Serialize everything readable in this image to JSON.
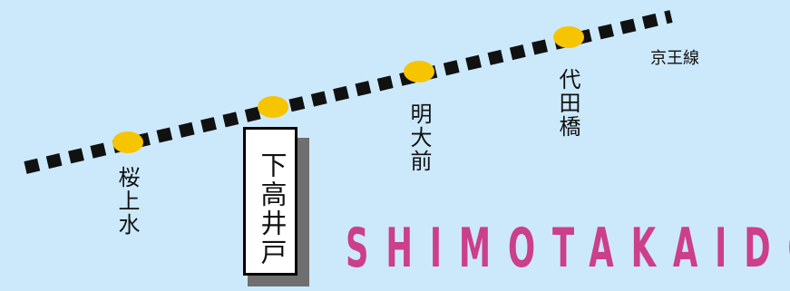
{
  "line": {
    "name": "京王線",
    "color": "#111111"
  },
  "stations": [
    {
      "id": "sakurajosui",
      "name": "桜上水",
      "highlighted": false
    },
    {
      "id": "shimotakaido",
      "name": "下高井戸",
      "highlighted": true
    },
    {
      "id": "meidaimae",
      "name": "明大前",
      "highlighted": false
    },
    {
      "id": "daitabashi",
      "name": "代田橋",
      "highlighted": false
    }
  ],
  "station_marker_color": "#f7c400",
  "highlight": {
    "romaji": "SHIMOTAKAIDO",
    "romaji_color": "#cc3f8a"
  },
  "colors": {
    "background": "#cce9fb"
  }
}
